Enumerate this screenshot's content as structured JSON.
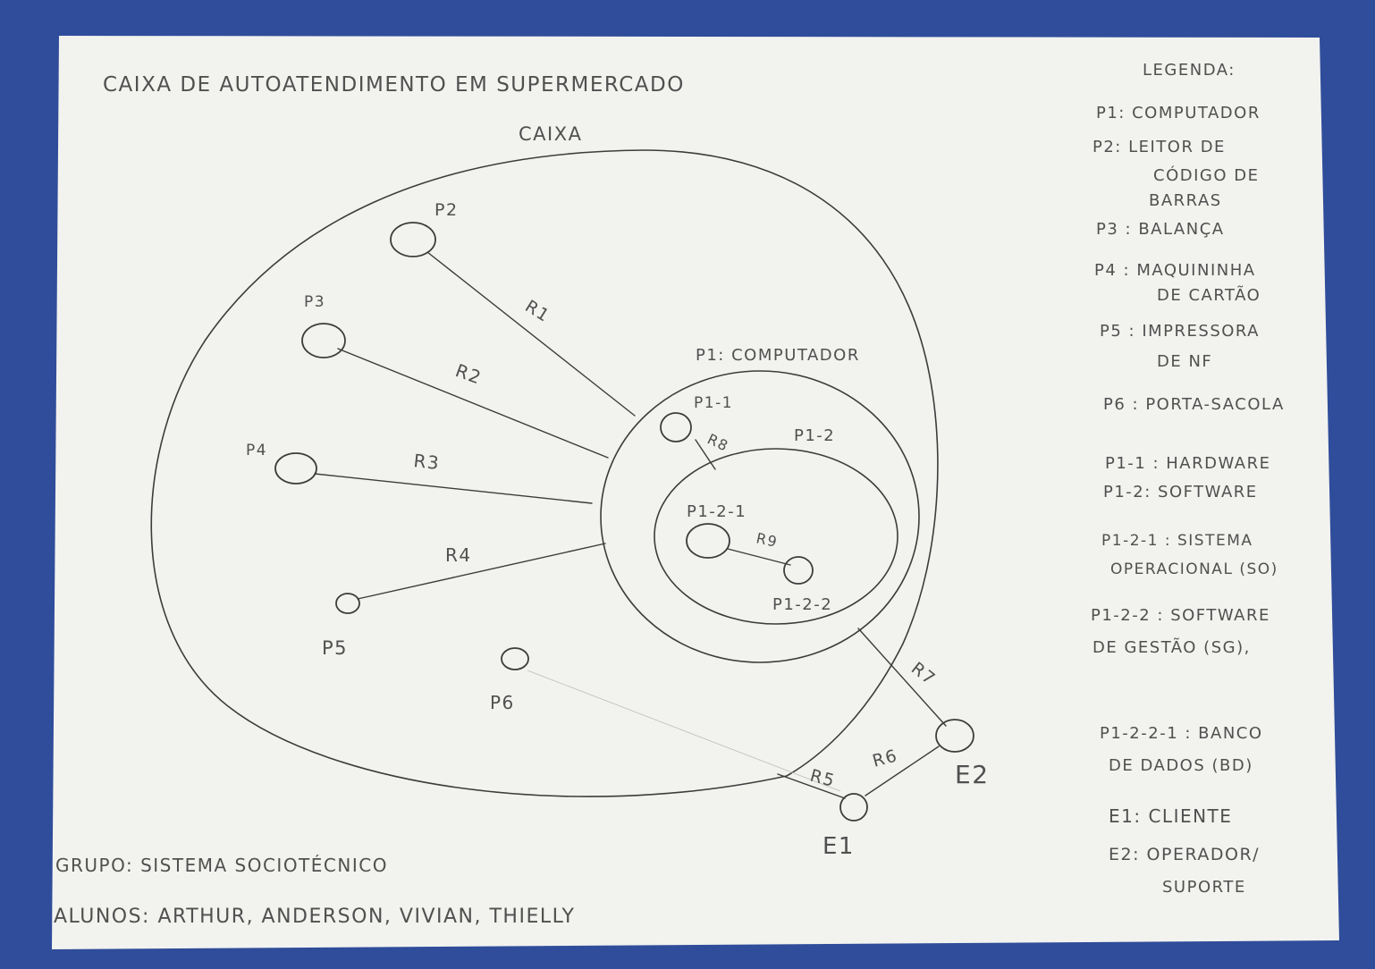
{
  "title": "CAIXA DE AUTOATENDIMENTO EM SUPERMERCADO",
  "outer_label": "CAIXA",
  "inner_label": "P1: COMPUTADOR",
  "software_label": "P1-2",
  "nodes": {
    "p2": "P2",
    "p3": "P3",
    "p4": "P4",
    "p5": "P5",
    "p6": "P6",
    "p1_1": "P1-1",
    "p1_2_1": "P1-2-1",
    "p1_2_2": "P1-2-2",
    "e1": "E1",
    "e2": "E2"
  },
  "relations": {
    "r1": "R1",
    "r2": "R2",
    "r3": "R3",
    "r4": "R4",
    "r5": "R5",
    "r6": "R6",
    "r7": "R7",
    "r8": "R8",
    "r9": "R9"
  },
  "legend": {
    "heading": "LEGENDA:",
    "items": [
      "P1: COMPUTADOR",
      "P2: LEITOR DE",
      "CÓDIGO DE",
      "BARRAS",
      "P3 : BALANÇA",
      "P4 : MAQUININHA",
      "DE CARTÃO",
      "P5 : IMPRESSORA",
      "DE NF",
      "P6 : PORTA-SACOLA",
      "P1-1 : HARDWARE",
      "P1-2: SOFTWARE",
      "P1-2-1 : SISTEMA",
      "OPERACIONAL (SO)",
      "P1-2-2 : SOFTWARE",
      "DE GESTÃO (SG),",
      "P1-2-2-1 : BANCO",
      "DE DADOS (BD)",
      "E1: CLIENTE",
      "E2: OPERADOR/",
      "SUPORTE"
    ]
  },
  "group": "GRUPO: SISTEMA SOCIOTÉCNICO",
  "students": "ALUNOS: ARTHUR, ANDERSON, VIVIAN, THIELLY",
  "colors": {
    "background": "#2f4d9a",
    "paper": "#f2f2ef",
    "ink": "#3c3c3c"
  }
}
